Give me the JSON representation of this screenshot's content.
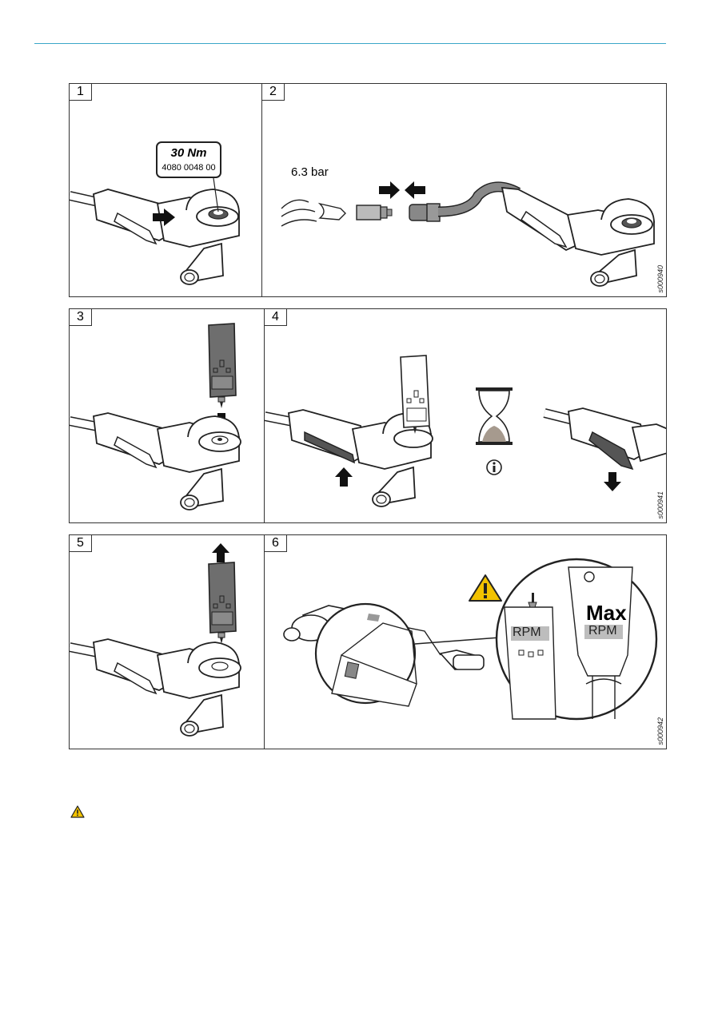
{
  "panels": [
    {
      "number": "1",
      "torque_value": "30 Nm",
      "part_number": "4080 0048 00"
    },
    {
      "number": "2",
      "pressure": "6.3 bar",
      "image_code": "s000940"
    },
    {
      "number": "3"
    },
    {
      "number": "4",
      "image_code": "s000941"
    },
    {
      "number": "5"
    },
    {
      "number": "6",
      "max_label": "Max",
      "rpm_label_left": "RPM",
      "rpm_label_right": "RPM",
      "image_code": "s000942"
    }
  ],
  "colors": {
    "accent_line": "#3aa6c8",
    "warning_yellow": "#f2c200",
    "tachometer_gray": "#6e6e6e",
    "sand": "#a69a8e"
  },
  "icons": [
    "warning-icon",
    "info-icon",
    "hourglass-icon",
    "arrow-icon"
  ]
}
